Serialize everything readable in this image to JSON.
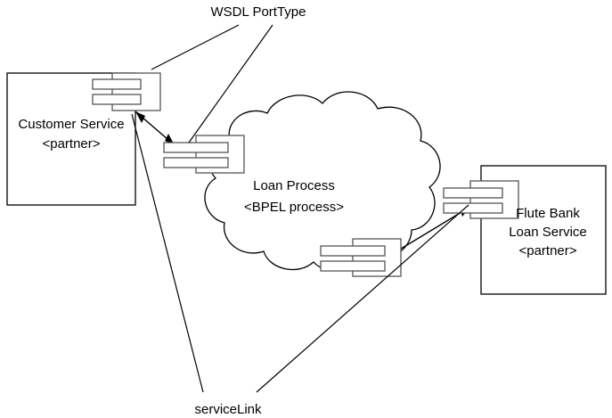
{
  "diagram": {
    "title": "BPEL process service link diagram",
    "background_color": "#ffffff",
    "stroke_color": "#000000",
    "component_stroke_color": "#555555",
    "nodes": {
      "customer_service": {
        "line1": "Customer Service",
        "line2": "<partner>"
      },
      "loan_process": {
        "line1": "Loan Process",
        "line2": "<BPEL process>"
      },
      "flute_bank": {
        "line1": "Flute Bank",
        "line2": "Loan Service",
        "line3": "<partner>"
      }
    },
    "annotations": {
      "wsdl_porttype": "WSDL PortType",
      "service_link": "serviceLink"
    },
    "components": [
      {
        "name": "customer-service-port"
      },
      {
        "name": "loan-process-inbound-port"
      },
      {
        "name": "loan-process-outbound-port"
      },
      {
        "name": "flute-bank-port"
      }
    ]
  }
}
